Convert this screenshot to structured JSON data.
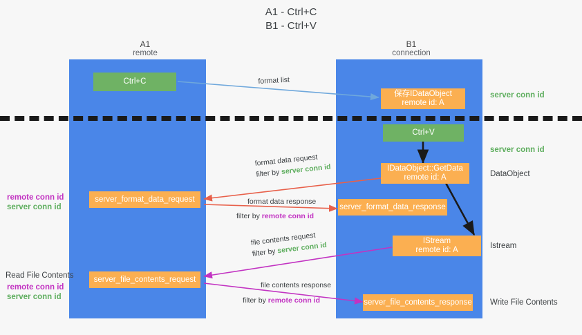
{
  "title": {
    "line1": "A1 - Ctrl+C",
    "line2": "B1 - Ctrl+V"
  },
  "colors": {
    "lane": "#4a86e8",
    "green_box": "#6fb264",
    "orange_box": "#fbaf51",
    "green_text": "#5fae5f",
    "purple_text": "#c233c2",
    "arrow_blue": "#6fa8dc",
    "arrow_red": "#e8604a",
    "arrow_magenta": "#c233c2",
    "arrow_black": "#1a1a1a",
    "background": "#f7f7f7",
    "dashed_line": "#1a1a1a"
  },
  "lanes": [
    {
      "id": "a1",
      "title": "A1",
      "subtitle": "remote"
    },
    {
      "id": "b1",
      "title": "B1",
      "subtitle": "connection"
    }
  ],
  "boxes": {
    "ctrl_c": {
      "label": "Ctrl+C",
      "style": "green"
    },
    "save_idataobject": {
      "line1": "保存IDataObject",
      "line2": "remote id: A",
      "style": "orange"
    },
    "ctrl_v": {
      "label": "Ctrl+V",
      "style": "green"
    },
    "getdata": {
      "line1": "IDataObject::GetData",
      "line2": "remote id: A",
      "style": "orange"
    },
    "server_format_data_request": {
      "label": "server_format_data_request",
      "style": "orange"
    },
    "server_format_data_response": {
      "label": "server_format_data_response",
      "style": "orange"
    },
    "istream": {
      "line1": "IStream",
      "line2": "remote id: A",
      "style": "orange"
    },
    "server_file_contents_request": {
      "label": "server_file_contents_request",
      "style": "orange"
    },
    "server_file_contents_response": {
      "label": "server_file_contents_response",
      "style": "orange"
    }
  },
  "edge_labels": {
    "format_list": "format list",
    "format_data_request": "format data request",
    "format_data_request_filter_prefix": "filter by ",
    "format_data_request_filter_key": "server conn id",
    "format_data_response": "format data response",
    "format_data_response_filter_prefix": "filter by ",
    "format_data_response_filter_key": "remote conn id",
    "file_contents_request": "file contents request",
    "file_contents_request_filter_prefix": "filter by ",
    "file_contents_request_filter_key": "server conn id",
    "file_contents_response": "file contents response",
    "file_contents_response_filter_prefix": "filter by ",
    "file_contents_response_filter_key": "remote conn id"
  },
  "right_labels": {
    "server_conn_id_top": "server conn id",
    "server_conn_id_mid": "server conn id",
    "dataobject": "DataObject",
    "istream": "Istream",
    "write_file_contents": "Write File Contents"
  },
  "left_labels": {
    "remote_conn_id_upper": "remote conn id",
    "server_conn_id_upper": "server conn id",
    "read_file_contents": "Read File Contents",
    "remote_conn_id_lower": "remote conn id",
    "server_conn_id_lower": "server conn id"
  }
}
